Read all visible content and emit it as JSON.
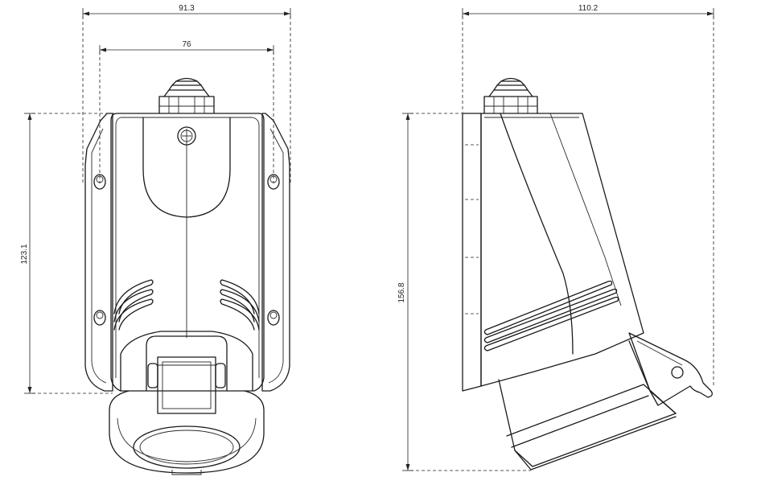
{
  "dimensions": {
    "front_overall_width": "91.3",
    "front_mount_width": "76",
    "front_height": "123.1",
    "side_overall_depth": "110.2",
    "side_overall_height": "156.8"
  }
}
